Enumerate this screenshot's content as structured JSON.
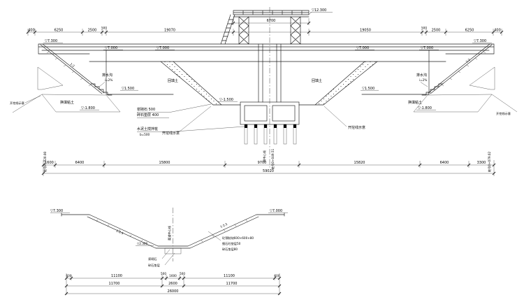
{
  "top": {
    "elev": {
      "tower": "▽12.300",
      "l1": "▽7.300",
      "l2": "▽7.000",
      "l3": "▽7.000",
      "r3": "▽7.000",
      "r2": "▽7.000",
      "r1": "▽7.300",
      "found_l": "▽1.500",
      "found_r": "▽1.500",
      "culvert": "▽-1.500",
      "wedge_l": "▽-1.800",
      "wedge_r": "▽-1.800"
    },
    "dims_top": [
      "400",
      "6250",
      "2500",
      "500",
      "19070",
      "19050",
      "500",
      "2500",
      "6250",
      "400"
    ],
    "dim_tower_span": "6700",
    "dims_row1": [
      "1600",
      "6400",
      "15800",
      "9700",
      "15820",
      "6400",
      "3300"
    ],
    "dim_total": "59020",
    "labels": {
      "drain_l": "排水沟",
      "drain_li": "i=2%",
      "drain_r": "排水沟",
      "drain_ri": "i=2%",
      "clay_l": "换填粘土",
      "clay_r": "换填粘土",
      "backfill_l": "回填土",
      "backfill_r": "回填土",
      "excav_l": "开挖线示意",
      "excav_bl": "开挖线示意",
      "excav_br": "开挖线示意",
      "excav_r": "开挖线示意",
      "masonry": "浆砌石 500",
      "gravel": "碎石垫层 400",
      "pile": "水泥土搅拌桩",
      "pile_b": "b=500",
      "slope_l": "1:2",
      "slope_r": "1:2",
      "station_l": "桩号0+020.00",
      "axis": "闸中心线",
      "station_c": "桩号0+049.51",
      "station_r": "桩号0+079.02"
    }
  },
  "bottom": {
    "elev_l": "▽7.300",
    "elev_r": "▽7.000",
    "elev_bed": "▽2.300",
    "axis": "渠道中心线",
    "slope_l": "1:2.5",
    "slope_r": "1:2.5",
    "lining": [
      "砼预制块600×600×80",
      "细石砼垫层50",
      "碎石垫层80"
    ],
    "bed": [
      "浆砌石",
      "碎石垫层"
    ],
    "dims_row1": [
      "600",
      "11100",
      "500",
      "1600",
      "500",
      "11100",
      "600"
    ],
    "dims_row2": [
      "11700",
      "2600",
      "11700"
    ],
    "dim_total": "26000"
  }
}
